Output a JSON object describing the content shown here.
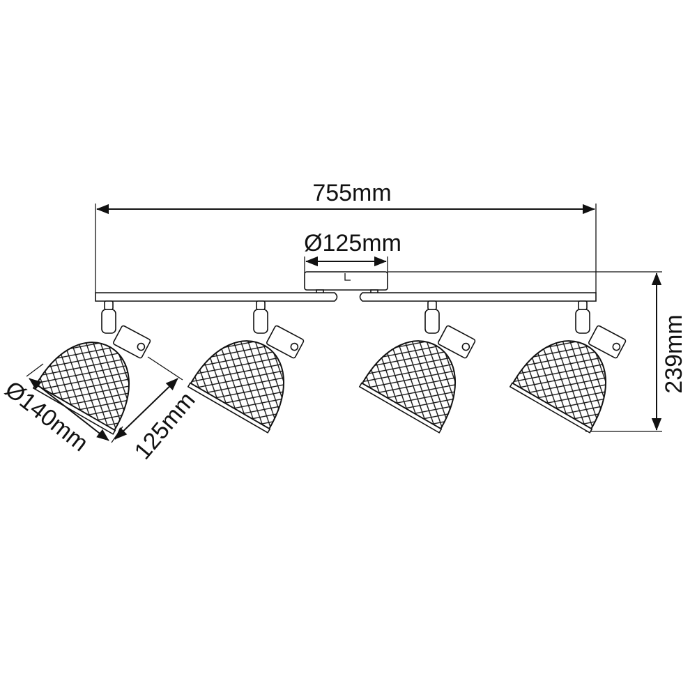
{
  "dimensions": {
    "overall_length": "755mm",
    "canopy_diameter": "Ø125mm",
    "overall_height": "239mm",
    "shade_diameter": "Ø140mm",
    "shade_depth": "125mm"
  },
  "colors": {
    "line": "#111111",
    "background": "#ffffff"
  }
}
